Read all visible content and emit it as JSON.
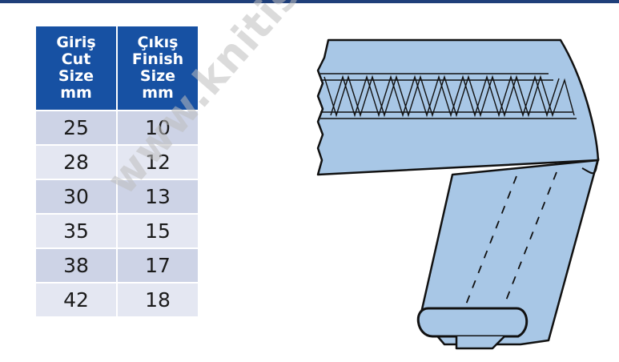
{
  "table": {
    "headers": [
      [
        "Giriş",
        "Cut",
        "Size",
        "mm"
      ],
      [
        "Çıkış",
        "Finish",
        "Size",
        "mm"
      ]
    ],
    "rows": [
      [
        "25",
        "10"
      ],
      [
        "28",
        "12"
      ],
      [
        "30",
        "13"
      ],
      [
        "35",
        "15"
      ],
      [
        "38",
        "17"
      ],
      [
        "42",
        "18"
      ]
    ]
  },
  "watermark": "www.knitis.ru",
  "colors": {
    "header_bg": "#1751a3",
    "row_odd": "#cdd3e6",
    "row_even": "#e4e7f2",
    "fabric": "#a8c7e6"
  }
}
